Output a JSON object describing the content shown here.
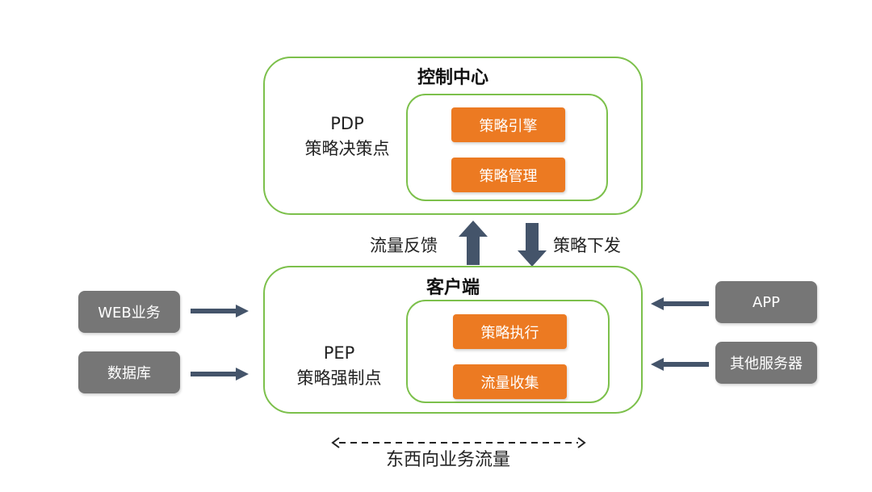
{
  "control_center": {
    "title": "控制中心",
    "pdp_abbr": "PDP",
    "pdp_name": "策略决策点",
    "modules": [
      "策略引擎",
      "策略管理"
    ]
  },
  "client": {
    "title": "客户端",
    "pep_abbr": "PEP",
    "pep_name": "策略强制点",
    "modules": [
      "策略执行",
      "流量收集"
    ]
  },
  "flows": {
    "up_label": "流量反馈",
    "down_label": "策略下发"
  },
  "left_sources": [
    "WEB业务",
    "数据库"
  ],
  "right_sources": [
    "APP",
    "其他服务器"
  ],
  "bottom_label": "东西向业务流量",
  "colors": {
    "border_green": "#7cc04b",
    "module_orange": "#ec7a22",
    "source_gray": "#767676",
    "arrow_slate": "#44546a"
  }
}
